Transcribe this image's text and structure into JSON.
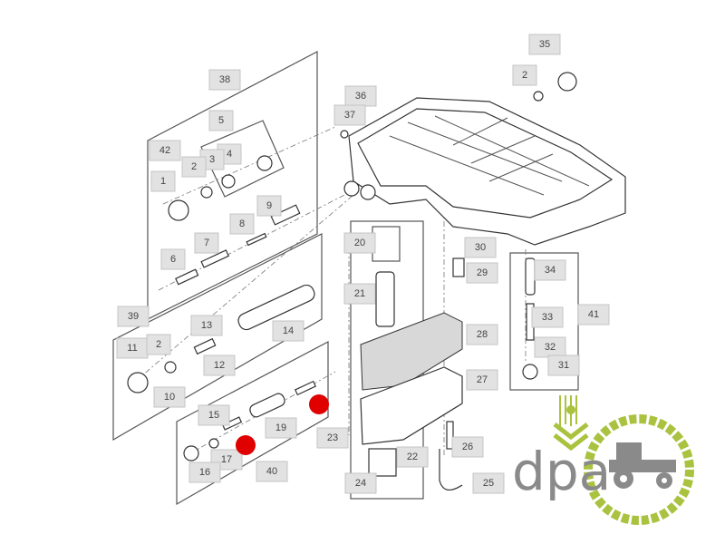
{
  "diagram": {
    "title": "Transmission control valve assembly exploded view",
    "callouts": [
      "38",
      "5",
      "42",
      "4",
      "3",
      "2",
      "1",
      "9",
      "8",
      "7",
      "6",
      "39",
      "13",
      "11",
      "2",
      "12",
      "14",
      "10",
      "15",
      "19",
      "23",
      "17",
      "40",
      "16",
      "36",
      "37",
      "35",
      "2",
      "20",
      "21",
      "30",
      "29",
      "34",
      "33",
      "41",
      "32",
      "31",
      "28",
      "27",
      "22",
      "26",
      "24",
      "25"
    ],
    "markers": [
      {
        "color": "#e00000"
      },
      {
        "color": "#e00000"
      }
    ]
  },
  "logo": {
    "text": "dpa",
    "brand_green": "#a9c23f",
    "brand_gray": "#8a8a8a"
  }
}
